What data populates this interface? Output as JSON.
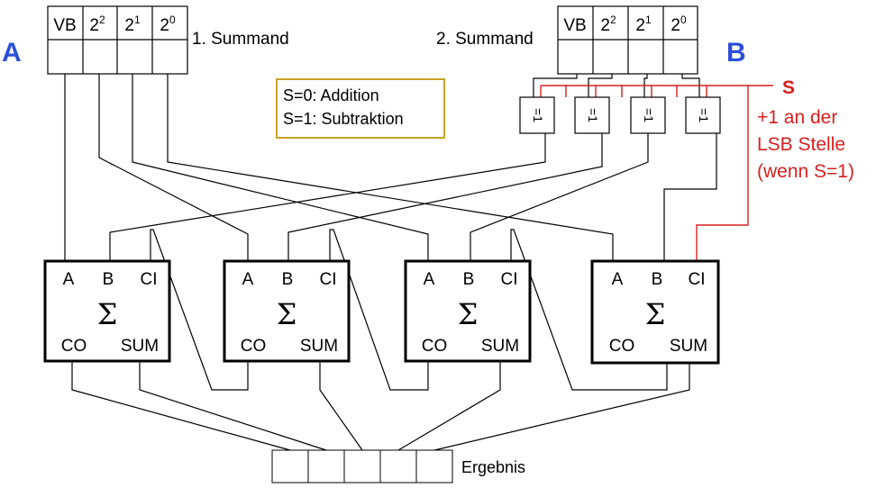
{
  "operand_a": {
    "letter": "A",
    "caption": "1. Summand",
    "columns": [
      {
        "base": "VB",
        "exp": ""
      },
      {
        "base": "2",
        "exp": "2"
      },
      {
        "base": "2",
        "exp": "1"
      },
      {
        "base": "2",
        "exp": "0"
      }
    ]
  },
  "operand_b": {
    "letter": "B",
    "caption": "2. Summand",
    "columns": [
      {
        "base": "VB",
        "exp": ""
      },
      {
        "base": "2",
        "exp": "2"
      },
      {
        "base": "2",
        "exp": "1"
      },
      {
        "base": "2",
        "exp": "0"
      }
    ]
  },
  "mode_note": {
    "line1": "S=0: Addition",
    "line2": "S=1: Subtraktion"
  },
  "xor_gate_label": "=1",
  "control": {
    "signal": "S",
    "note_line1": "+1 an der",
    "note_line2": "LSB Stelle",
    "note_line3": "(wenn S=1)"
  },
  "adder": {
    "input_a": "A",
    "input_b": "B",
    "input_ci": "CI",
    "output_co": "CO",
    "output_sum": "SUM",
    "symbol": "Σ"
  },
  "result_label": "Ergebnis",
  "colors": {
    "letter_blue": "#2b4fd6",
    "control_red": "#d62020",
    "note_border": "#c9a227",
    "line": "#000000"
  }
}
